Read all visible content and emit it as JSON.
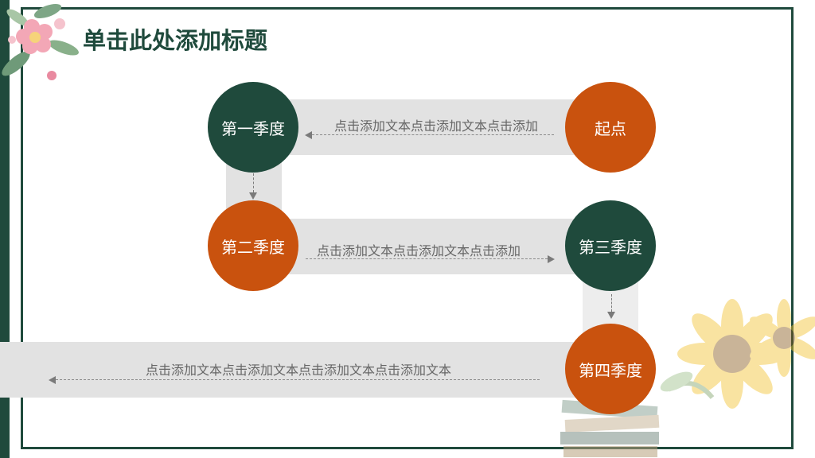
{
  "slide": {
    "title": "单击此处添加标题",
    "colors": {
      "dark_green": "#1f4a3c",
      "orange": "#c9520e",
      "band_gray": "#e2e2e2",
      "text_gray": "#666666"
    }
  },
  "nodes": {
    "start": "起点",
    "q1": "第一季度",
    "q2": "第二季度",
    "q3": "第三季度",
    "q4": "第四季度"
  },
  "bands": {
    "row1_text": "点击添加文本点击添加文本点击添加",
    "row2_text": "点击添加文本点击添加文本点击添加",
    "row3_text": "点击添加文本点击添加文本点击添加文本点击添加文本"
  },
  "icons": [
    "flower-corner-icon",
    "sunflower-icon",
    "books-icon",
    "arrow-left-icon",
    "arrow-right-icon",
    "arrow-down-icon"
  ]
}
